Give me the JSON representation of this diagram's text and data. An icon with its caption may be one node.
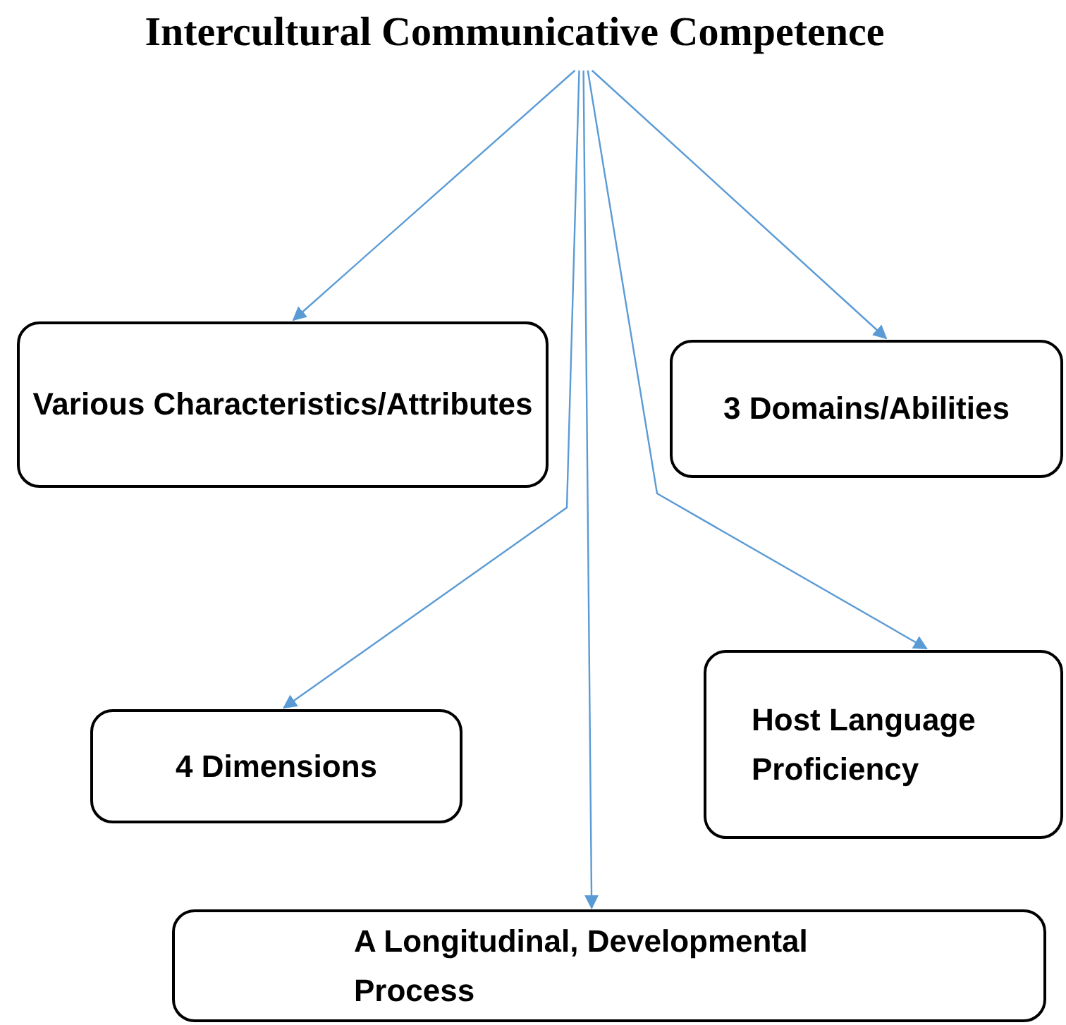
{
  "diagram": {
    "nodes": [
      {
        "text": [
          "Intercultural Communicative Competence"
        ]
      },
      {
        "text": [
          "Various Characteristics/Attributes"
        ]
      },
      {
        "text": [
          "3 Domains/Abilities"
        ]
      },
      {
        "text": [
          "4 Dimensions"
        ]
      },
      {
        "text": [
          "Host Language Proficiency"
        ]
      },
      {
        "text": [
          "A Longitudinal, Developmental Process"
        ]
      }
    ],
    "edges": [
      {
        "from": 0,
        "to": 1,
        "arrow": "to"
      },
      {
        "from": 0,
        "to": 2,
        "arrow": "to"
      },
      {
        "from": 0,
        "to": 3,
        "arrow": "to"
      },
      {
        "from": 0,
        "to": 4,
        "arrow": "to"
      },
      {
        "from": 0,
        "to": 5,
        "arrow": "to"
      }
    ]
  }
}
